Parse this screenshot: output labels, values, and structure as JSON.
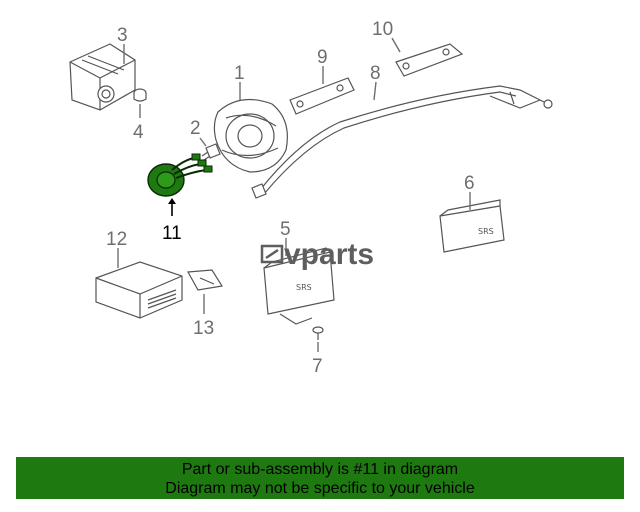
{
  "callouts": {
    "c1": "1",
    "c2": "2",
    "c3": "3",
    "c4": "4",
    "c5": "5",
    "c6": "6",
    "c7": "7",
    "c8": "8",
    "c9": "9",
    "c10": "10",
    "c11": "11",
    "c12": "12",
    "c13": "13"
  },
  "part_labels": {
    "srs_6": "SRS",
    "srs_5": "SRS"
  },
  "watermark": "vparts",
  "highlight_color": "#1e7a10",
  "banner": {
    "line1": "Part or sub-assembly is #11 in diagram",
    "line2": "Diagram may not be specific to your vehicle",
    "color": "#1e7a10"
  }
}
